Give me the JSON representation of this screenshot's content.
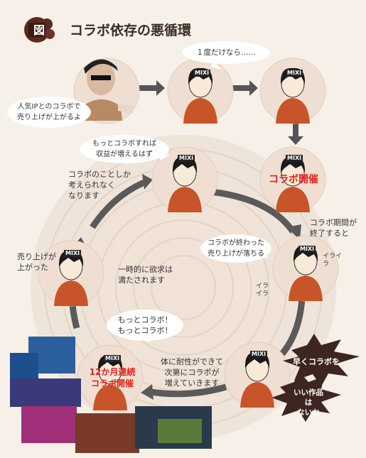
{
  "header": {
    "badge": "図",
    "title": "コラボ依存の悪循環"
  },
  "texts": {
    "once": "１度だけなら……",
    "popular_ip": "人気IPとのコラボで\n売り上げが上がるよ",
    "more_collab": "もっとコラボすれば\n収益が増えるはず",
    "cant_think": "コラボのことしか\n考えられなく\nなります",
    "collab_open": "コラボ開催",
    "after_period": "コラボ期間が\n終了すると",
    "sales_drop": "コラボが終わった\n売り上げが落ちる",
    "irritated_1": "イライラ",
    "irritated_2": "イラ\nイラ",
    "sales_up": "売り上げが\n上がった",
    "satisfied": "一時的に欲求は\n満たされます",
    "more_more": "もっとコラボ！\nもっとコラボ！",
    "tolerance": "体に耐性ができて\n次第にコラボが\n増えていきます",
    "twelve_months": "12か月連続\nコラボ開催",
    "quick_collab": "早くコラボを",
    "good_title": "いい作品は\nないか",
    "logo": "MIXI"
  },
  "colors": {
    "accent_red": "#e8201a",
    "shirt": "#c8552a",
    "arrow": "#555555",
    "burst": "#3d2620"
  }
}
